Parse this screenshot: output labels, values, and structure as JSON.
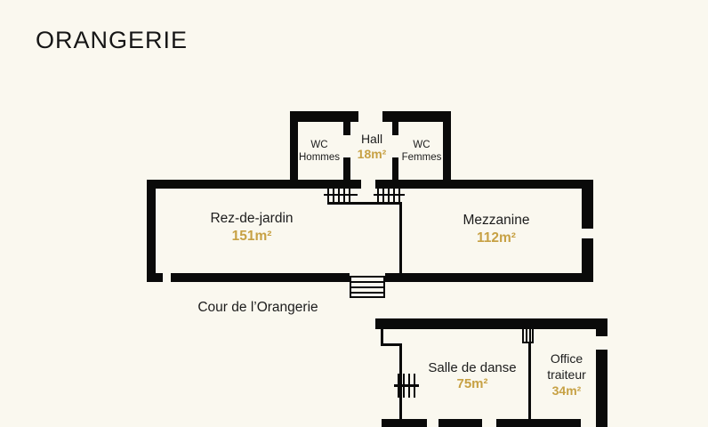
{
  "title": "ORANGERIE",
  "colors": {
    "background": "#FAF8EF",
    "walls": "#0A0A0A",
    "text": "#1C1C1C",
    "accent": "#C7A144"
  },
  "rooms": {
    "wc_hommes": {
      "line1": "WC",
      "line2": "Hommes"
    },
    "hall": {
      "name": "Hall",
      "area": "18m²"
    },
    "wc_femmes": {
      "line1": "WC",
      "line2": "Femmes"
    },
    "rez_de_jardin": {
      "name": "Rez-de-jardin",
      "area": "151m²"
    },
    "mezzanine": {
      "name": "Mezzanine",
      "area": "112m²"
    },
    "salle_de_danse": {
      "name": "Salle de danse",
      "area": "75m²"
    },
    "office_traiteur": {
      "line1": "Office",
      "line2": "traiteur",
      "area": "34m²"
    }
  },
  "labels": {
    "courtyard": "Cour de l’Orangerie"
  },
  "icons": {
    "stairs": "hatched-stairs-symbol",
    "exterior_stairs": "step-stairs-symbol",
    "door": "double-door-symbol"
  }
}
